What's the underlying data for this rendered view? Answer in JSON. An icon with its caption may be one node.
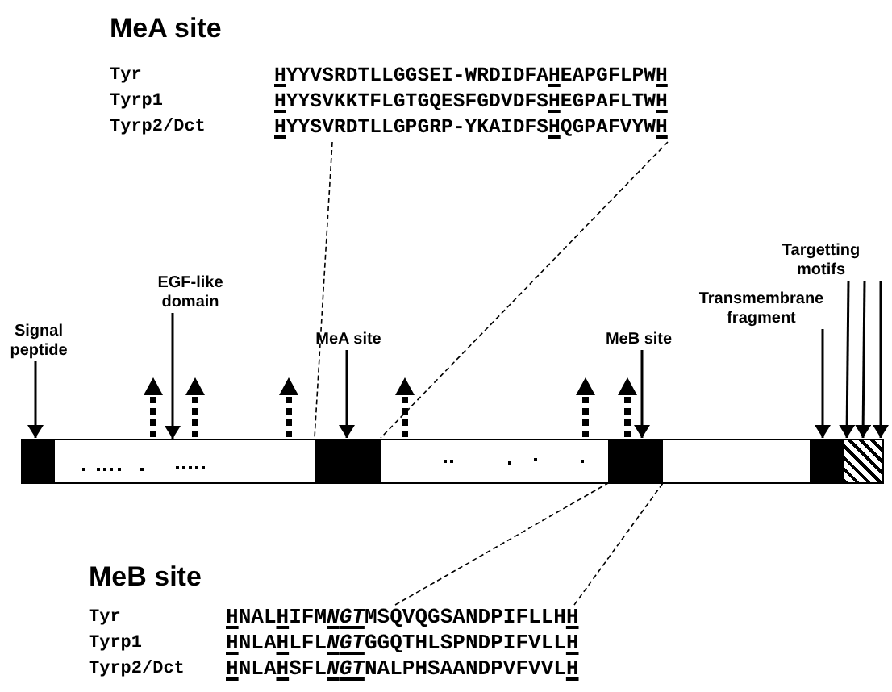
{
  "diagram": {
    "nodes": [
      {
        "text": [
          "MeA site",
          "Tyr",
          "HYYVSRDTLLGGSEI-WRDIDFAHEAPGFLPWH",
          "Tyrp1",
          "HYYSVKKTFLGTGQESFGDVDFSHEGPAFLTWH",
          "Tyrp2/Dct",
          "HYYSVRDTLLGPGRP-YKAIDFSHQGPAFVYWH"
        ]
      },
      {
        "text": [],
        "shape": "bar"
      },
      {
        "text": [],
        "shape": "box",
        "in": 1
      },
      {
        "text": [],
        "shape": "box",
        "in": 1
      },
      {
        "text": [],
        "shape": "box",
        "in": 1
      },
      {
        "text": [],
        "shape": "box",
        "in": 1
      },
      {
        "text": [],
        "shape": "box",
        "in": 1
      },
      {
        "text": [
          "Signal peptide"
        ]
      },
      {
        "text": [
          "EGF-like domain"
        ]
      },
      {
        "text": [
          "MeA site"
        ]
      },
      {
        "text": [
          "MeB site"
        ]
      },
      {
        "text": [
          "Transmembrane fragment"
        ]
      },
      {
        "text": [
          "Targetting motifs"
        ]
      },
      {
        "text": [
          "MeB site",
          "Tyr",
          "HNALHIFMNGTMSQVQGSANDPIFLLHH",
          "Tyrp1",
          "HNLAHLFLNGTGGQTHLSPNDPIFVLLH",
          "Tyrp2/Dct",
          "HNLAHSFLNGTNALPHSAANDPVFVVLH"
        ]
      }
    ],
    "edges": [
      {
        "from": 7,
        "to": 2,
        "arrow": "to"
      },
      {
        "from": 8,
        "to": 1,
        "arrow": "to"
      },
      {
        "from": 9,
        "to": 3,
        "arrow": "to"
      },
      {
        "from": 10,
        "to": 4,
        "arrow": "to"
      },
      {
        "from": 11,
        "to": 5,
        "arrow": "to"
      },
      {
        "from": 12,
        "to": 6,
        "arrow": "to"
      },
      {
        "from": 12,
        "to": 6,
        "arrow": "to"
      },
      {
        "from": 12,
        "to": 6,
        "arrow": "to"
      },
      {
        "from": 0,
        "to": 3,
        "arrow": "none",
        "style": "dashed"
      },
      {
        "from": 0,
        "to": 3,
        "arrow": "none",
        "style": "dashed"
      },
      {
        "from": 13,
        "to": 4,
        "arrow": "none",
        "style": "dashed"
      },
      {
        "from": 13,
        "to": 4,
        "arrow": "none",
        "style": "dashed"
      }
    ]
  }
}
